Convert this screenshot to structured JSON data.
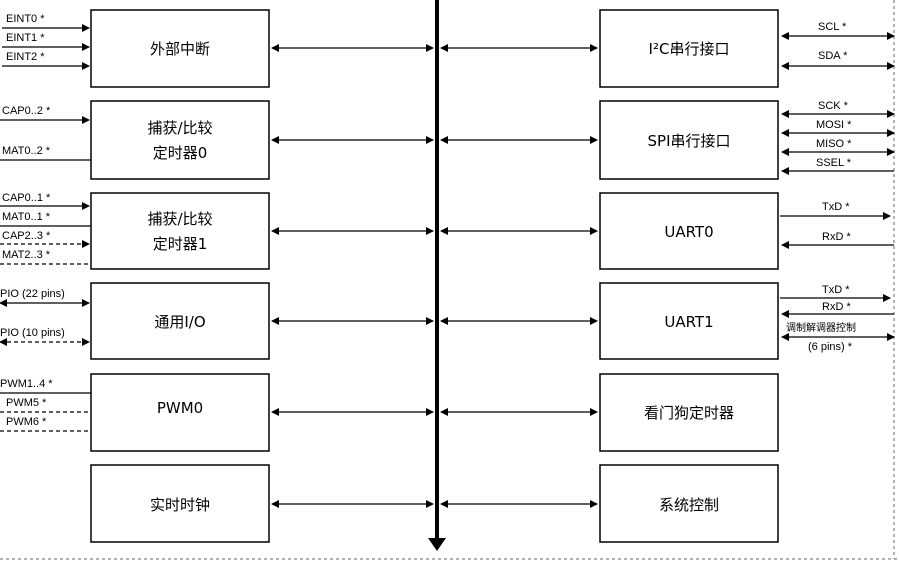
{
  "left_blocks": [
    {
      "name": "ext-interrupt",
      "lines": [
        "外部中断"
      ]
    },
    {
      "name": "capture-timer0",
      "lines": [
        "捕获/比较",
        "定时器0"
      ]
    },
    {
      "name": "capture-timer1",
      "lines": [
        "捕获/比较",
        "定时器1"
      ]
    },
    {
      "name": "gpio",
      "lines": [
        "通用I/O"
      ]
    },
    {
      "name": "pwm0",
      "lines": [
        "PWM0"
      ]
    },
    {
      "name": "rtc",
      "lines": [
        "实时时钟"
      ]
    }
  ],
  "right_blocks": [
    {
      "name": "i2c",
      "lines": [
        "I²C串行接口"
      ]
    },
    {
      "name": "spi",
      "lines": [
        "SPI串行接口"
      ]
    },
    {
      "name": "uart0",
      "lines": [
        "UART0"
      ]
    },
    {
      "name": "uart1",
      "lines": [
        "UART1"
      ]
    },
    {
      "name": "watchdog",
      "lines": [
        "看门狗定时器"
      ]
    },
    {
      "name": "system-control",
      "lines": [
        "系统控制"
      ]
    }
  ],
  "left_signals": {
    "eint0": "EINT0 *",
    "eint1": "EINT1 *",
    "eint2": "EINT2 *",
    "cap0_t0": "CAP0..2 *",
    "mat0_t0": "MAT0..2 *",
    "cap0_t1": "CAP0..1 *",
    "mat0_t1": "MAT0..1 *",
    "cap2": "CAP2..3 *",
    "mat2": "MAT2..3 *",
    "pio22": "PIO (22 pins)",
    "pio10": "PIO (10 pins)",
    "pwm14": "PWM1..4 *",
    "pwm5": "PWM5 *",
    "pwm6": "PWM6 *"
  },
  "right_signals": {
    "scl": "SCL *",
    "sda": "SDA *",
    "sck": "SCK *",
    "mosi": "MOSI *",
    "miso": "MISO *",
    "ssel": "SSEL *",
    "txd0": "TxD *",
    "rxd0": "RxD *",
    "txd1": "TxD *",
    "rxd1": "RxD *",
    "modem1": "调制解调器控制",
    "modem2": "(6 pins) *"
  }
}
